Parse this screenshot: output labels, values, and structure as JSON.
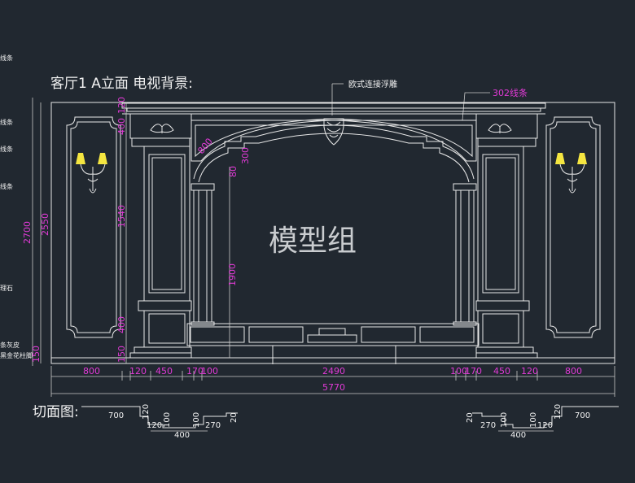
{
  "title": "客厅1 A立面 电视背景:",
  "section_title": "切面图:",
  "watermark": "模型组",
  "callouts": {
    "carving": "欧式连接浮雕",
    "molding": "302线条"
  },
  "left_side_labels": [
    "线条",
    "线条",
    "线条",
    "线条",
    "线条",
    "理石",
    "条灰皮",
    "黑金花柱脚"
  ],
  "dims": {
    "bottom": [
      "800",
      "120",
      "450",
      "170",
      "100",
      "2490",
      "100",
      "170",
      "450",
      "120",
      "800"
    ],
    "total": "5770",
    "left_outer": "2700",
    "left_inner": "2550",
    "left_stack": [
      "120",
      "400",
      "1540",
      "400",
      "150"
    ],
    "arch": [
      "800",
      "80",
      "300"
    ],
    "opening": "1900",
    "left_stack_bottom": "150"
  },
  "section_left": [
    "700",
    "120",
    "120",
    "100",
    "100",
    "270",
    "20",
    "400"
  ],
  "section_right": [
    "20",
    "270",
    "100",
    "100",
    "120",
    "120",
    "700",
    "400"
  ],
  "colors": {
    "background": "#212830",
    "line": "#e8e8e8",
    "dimension_text": "#e23ad7",
    "lamp": "#f5e640"
  }
}
